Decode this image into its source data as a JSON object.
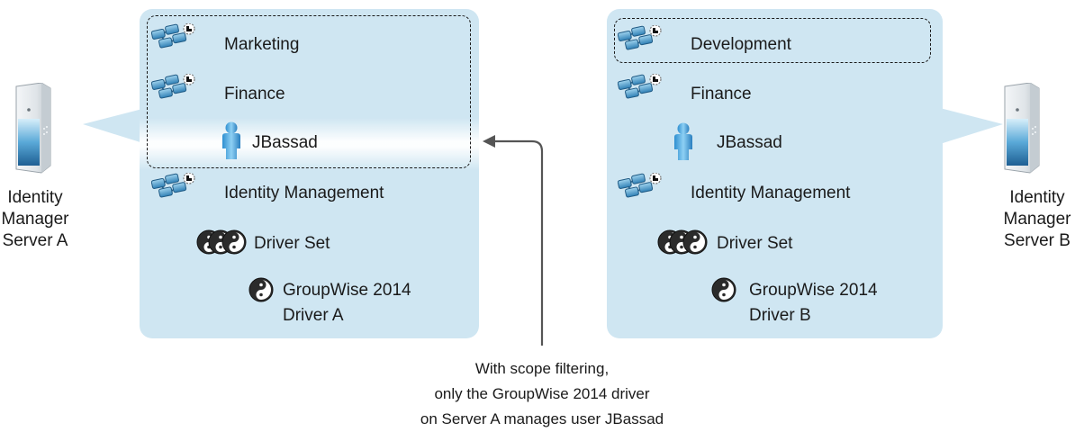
{
  "server_a": {
    "line1": "Identity",
    "line2": "Manager",
    "line3": "Server A"
  },
  "server_b": {
    "line1": "Identity",
    "line2": "Manager",
    "line3": "Server B"
  },
  "tree_a": {
    "marketing": "Marketing",
    "finance": "Finance",
    "user": "JBassad",
    "idm": "Identity Management",
    "driver_set": "Driver Set",
    "driver_line1": "GroupWise 2014",
    "driver_line2": "Driver A"
  },
  "tree_b": {
    "development": "Development",
    "finance": "Finance",
    "user": "JBassad",
    "idm": "Identity Management",
    "driver_set": "Driver Set",
    "driver_line1": "GroupWise 2014",
    "driver_line2": "Driver B"
  },
  "caption": {
    "line1": "With scope filtering,",
    "line2": "only the GroupWise 2014 driver",
    "line3": "on Server A manages user JBassad"
  }
}
